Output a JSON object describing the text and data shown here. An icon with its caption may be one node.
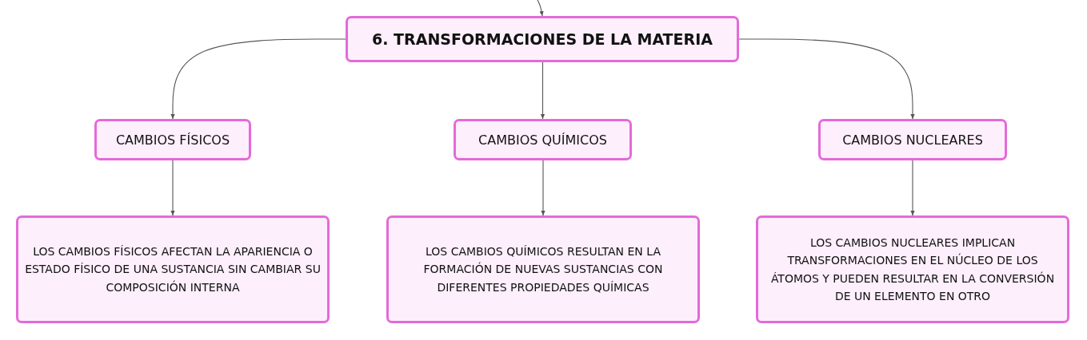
{
  "diagram": {
    "nodes": [
      {
        "text": [
          "6. TRANSFORMACIONES DE LA MATERIA"
        ]
      },
      {
        "text": [
          "CAMBIOS FÍSICOS"
        ]
      },
      {
        "text": [
          "CAMBIOS QUÍMICOS"
        ]
      },
      {
        "text": [
          "CAMBIOS NUCLEARES"
        ]
      },
      {
        "text": [
          "LOS CAMBIOS FÍSICOS AFECTAN LA APARIENCIA O ESTADO FÍSICO DE UNA SUSTANCIA SIN CAMBIAR SU COMPOSICIÓN INTERNA"
        ]
      },
      {
        "text": [
          "LOS CAMBIOS QUÍMICOS RESULTAN EN LA FORMACIÓN DE NUEVAS SUSTANCIAS CON DIFERENTES PROPIEDADES QUÍMICAS"
        ]
      },
      {
        "text": [
          "LOS CAMBIOS NUCLEARES IMPLICAN TRANSFORMACIONES EN EL NÚCLEO DE LOS ÁTOMOS Y PUEDEN RESULTAR EN LA CONVERSIÓN DE UN ELEMENTO EN OTRO"
        ]
      }
    ],
    "edges": [
      {
        "from": null,
        "to": 0,
        "arrow": "to"
      },
      {
        "from": 0,
        "to": 1,
        "arrow": "to"
      },
      {
        "from": 0,
        "to": 2,
        "arrow": "to"
      },
      {
        "from": 0,
        "to": 3,
        "arrow": "to"
      },
      {
        "from": 1,
        "to": 4,
        "arrow": "to"
      },
      {
        "from": 2,
        "to": 5,
        "arrow": "to"
      },
      {
        "from": 3,
        "to": 6,
        "arrow": "to"
      }
    ]
  }
}
